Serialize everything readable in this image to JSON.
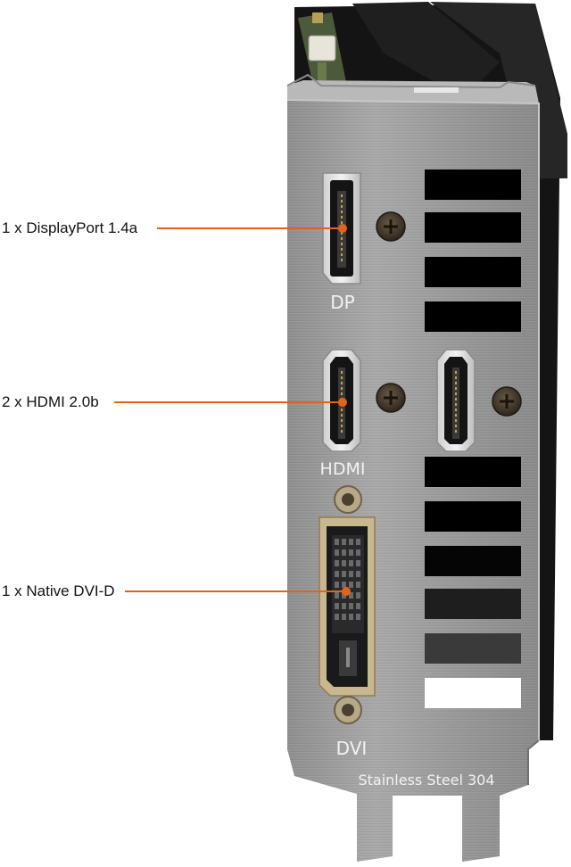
{
  "callouts": {
    "displayport": "1 x DisplayPort 1.4a",
    "hdmi": "2 x HDMI 2.0b",
    "dvi": "1 x Native DVI-D"
  },
  "engravings": {
    "dp": "DP",
    "hdmi": "HDMI",
    "dvi": "DVI",
    "material": "Stainless Steel 304"
  },
  "colors": {
    "callout_line": "#e0641c",
    "bracket": "#9a9a9a",
    "card_body": "#1b1b1b"
  }
}
